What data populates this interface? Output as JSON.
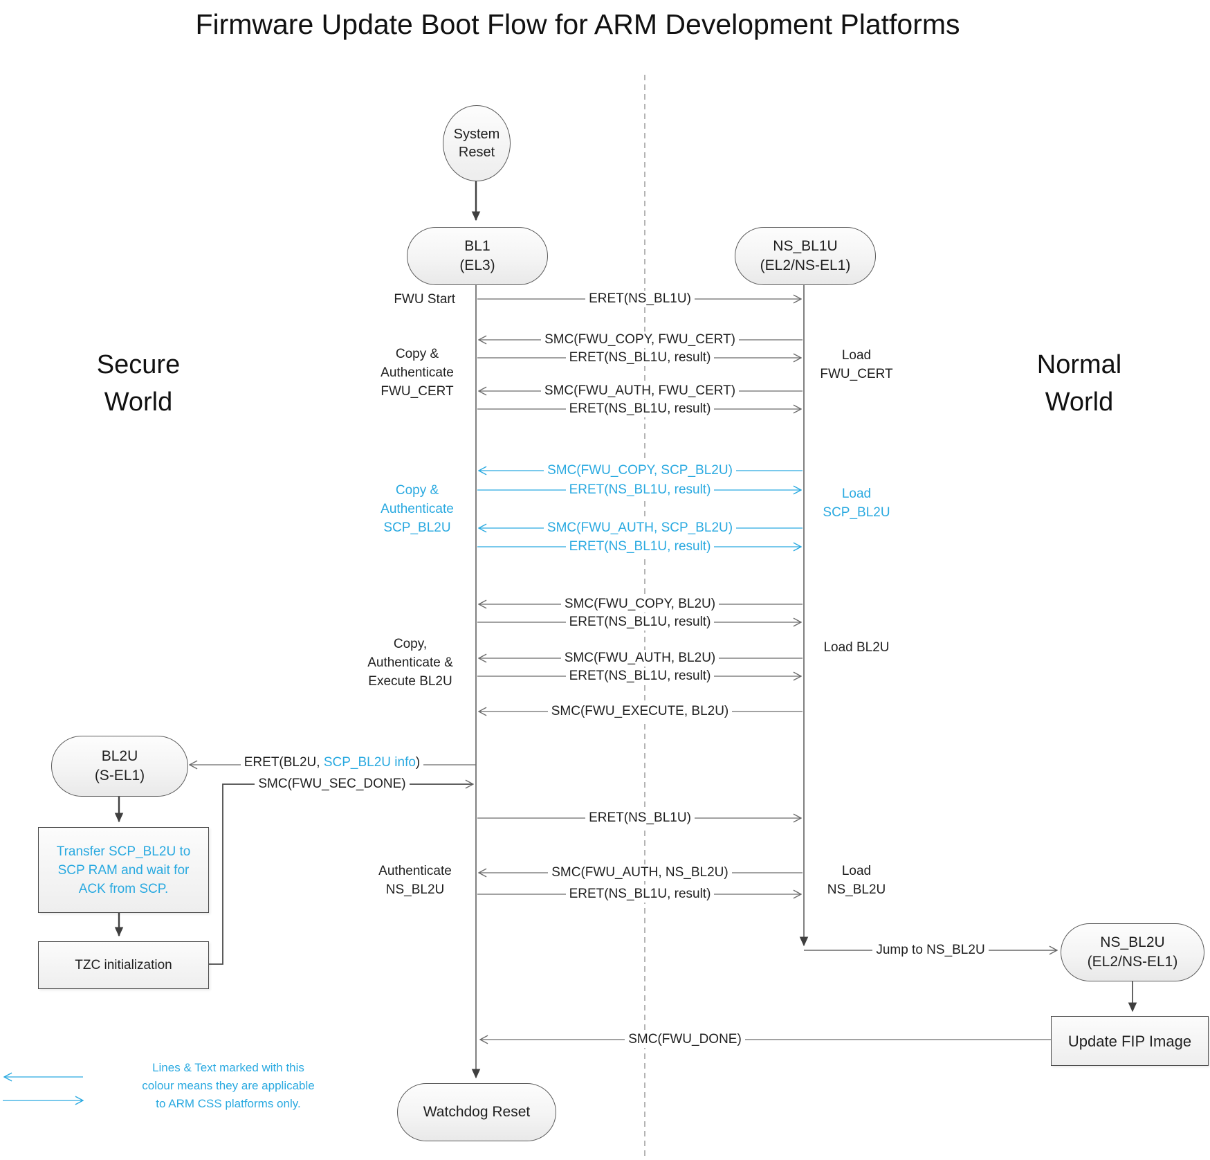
{
  "title": "Firmware Update Boot Flow for ARM Development Platforms",
  "colors": {
    "accent_blue": "#29a9e0",
    "line_gray": "#6b6b6b",
    "dark_gray": "#4a4a4a"
  },
  "world_labels": {
    "secure": "Secure\nWorld",
    "normal": "Normal\nWorld"
  },
  "nodes": {
    "system_reset": "System\nReset",
    "bl1": "BL1\n(EL3)",
    "ns_bl1u": "NS_BL1U\n(EL2/NS-EL1)",
    "bl2u": "BL2U\n(S-EL1)",
    "ns_bl2u": "NS_BL2U\n(EL2/NS-EL1)",
    "watchdog_reset": "Watchdog Reset",
    "transfer_scp": "Transfer SCP_BL2U to\nSCP RAM and wait for\nACK from SCP.",
    "tzc_init": "TZC initialization",
    "update_fip": "Update FIP Image"
  },
  "side_labels": {
    "fwu_start": "FWU Start",
    "copy_auth_fwu_cert": "Copy &\nAuthenticate\nFWU_CERT",
    "load_fwu_cert": "Load\nFWU_CERT",
    "copy_auth_scp_bl2u": "Copy &\nAuthenticate\nSCP_BL2U",
    "load_scp_bl2u": "Load\nSCP_BL2U",
    "copy_auth_exec_bl2u": "Copy,\nAuthenticate &\nExecute BL2U",
    "load_bl2u": "Load BL2U",
    "auth_ns_bl2u": "Authenticate\nNS_BL2U",
    "load_ns_bl2u": "Load\nNS_BL2U"
  },
  "messages": {
    "eret_ns_bl1u_1": "ERET(NS_BL1U)",
    "smc_fwu_copy_fwu_cert": "SMC(FWU_COPY, FWU_CERT)",
    "eret_result_1": "ERET(NS_BL1U, result)",
    "smc_fwu_auth_fwu_cert": "SMC(FWU_AUTH, FWU_CERT)",
    "eret_result_2": "ERET(NS_BL1U, result)",
    "smc_fwu_copy_scp_bl2u": "SMC(FWU_COPY, SCP_BL2U)",
    "eret_result_3": "ERET(NS_BL1U, result)",
    "smc_fwu_auth_scp_bl2u": "SMC(FWU_AUTH, SCP_BL2U)",
    "eret_result_4": "ERET(NS_BL1U, result)",
    "smc_fwu_copy_bl2u": "SMC(FWU_COPY, BL2U)",
    "eret_result_5": "ERET(NS_BL1U, result)",
    "smc_fwu_auth_bl2u": "SMC(FWU_AUTH, BL2U)",
    "eret_result_6": "ERET(NS_BL1U, result)",
    "smc_fwu_execute_bl2u": "SMC(FWU_EXECUTE, BL2U)",
    "eret_bl2u": {
      "prefix": "ERET(BL2U, ",
      "highlight": "SCP_BL2U info",
      "suffix": ")"
    },
    "smc_fwu_sec_done": "SMC(FWU_SEC_DONE)",
    "eret_ns_bl1u_2": "ERET(NS_BL1U)",
    "smc_fwu_auth_ns_bl2u": "SMC(FWU_AUTH, NS_BL2U)",
    "eret_result_7": "ERET(NS_BL1U, result)",
    "jump_to_ns_bl2u": "Jump to NS_BL2U",
    "smc_fwu_done": "SMC(FWU_DONE)"
  },
  "legend": {
    "note": "Lines & Text marked with this\ncolour means they are applicable\nto ARM CSS platforms only."
  }
}
